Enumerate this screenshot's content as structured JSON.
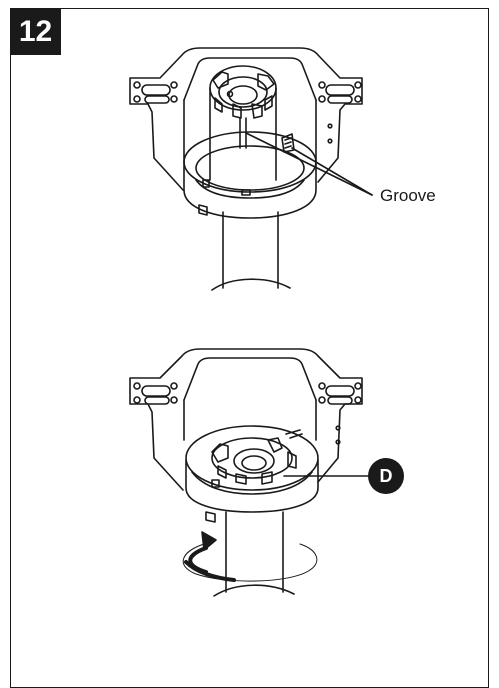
{
  "step": {
    "number": "12"
  },
  "top_figure": {
    "callout_label": "Groove"
  },
  "bottom_figure": {
    "callout_label": "D"
  },
  "colors": {
    "ink": "#1a1a1a",
    "paper": "#ffffff",
    "badge_text": "#ffffff"
  }
}
